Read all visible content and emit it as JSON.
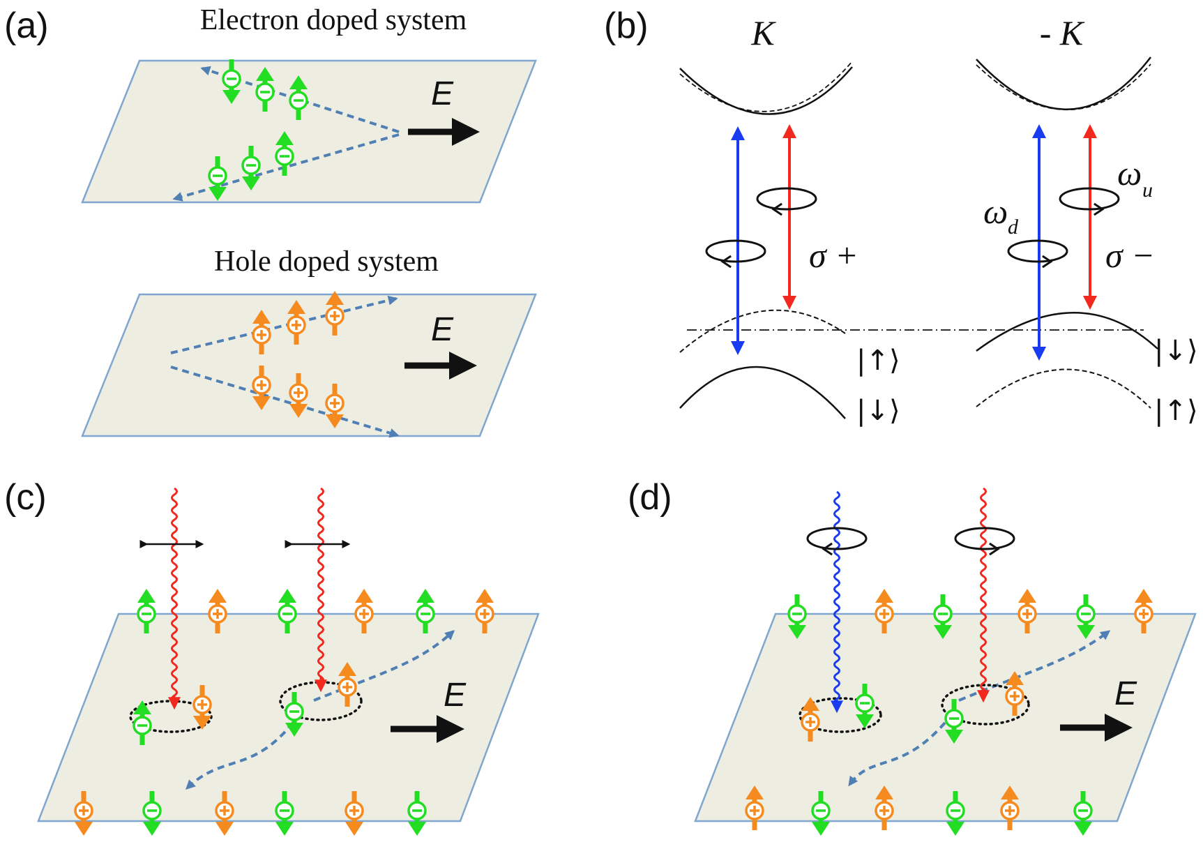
{
  "panels": {
    "a": {
      "label": "(a)",
      "electron_title": "Electron doped system",
      "hole_title": "Hole doped system",
      "field_label": "E"
    },
    "b": {
      "label": "(b)",
      "valley_left": "K",
      "valley_right": "- K",
      "sigma_plus": "σ +",
      "sigma_minus": "σ −",
      "omega_d": "ω",
      "omega_d_sub": "d",
      "omega_u": "ω",
      "omega_u_sub": "u",
      "ket_up": "|↑⟩",
      "ket_down": "|↓⟩"
    },
    "c": {
      "label": "(c)",
      "field_label": "E"
    },
    "d": {
      "label": "(d)",
      "field_label": "E"
    }
  },
  "colors": {
    "electron": "#22dd22",
    "hole": "#f58a1f",
    "blue": "#1a3cf0",
    "red": "#f0281e",
    "plane_fill": "#eeede2",
    "plane_edge": "#7fa6cf",
    "trajectory": "#4f7fb3"
  }
}
